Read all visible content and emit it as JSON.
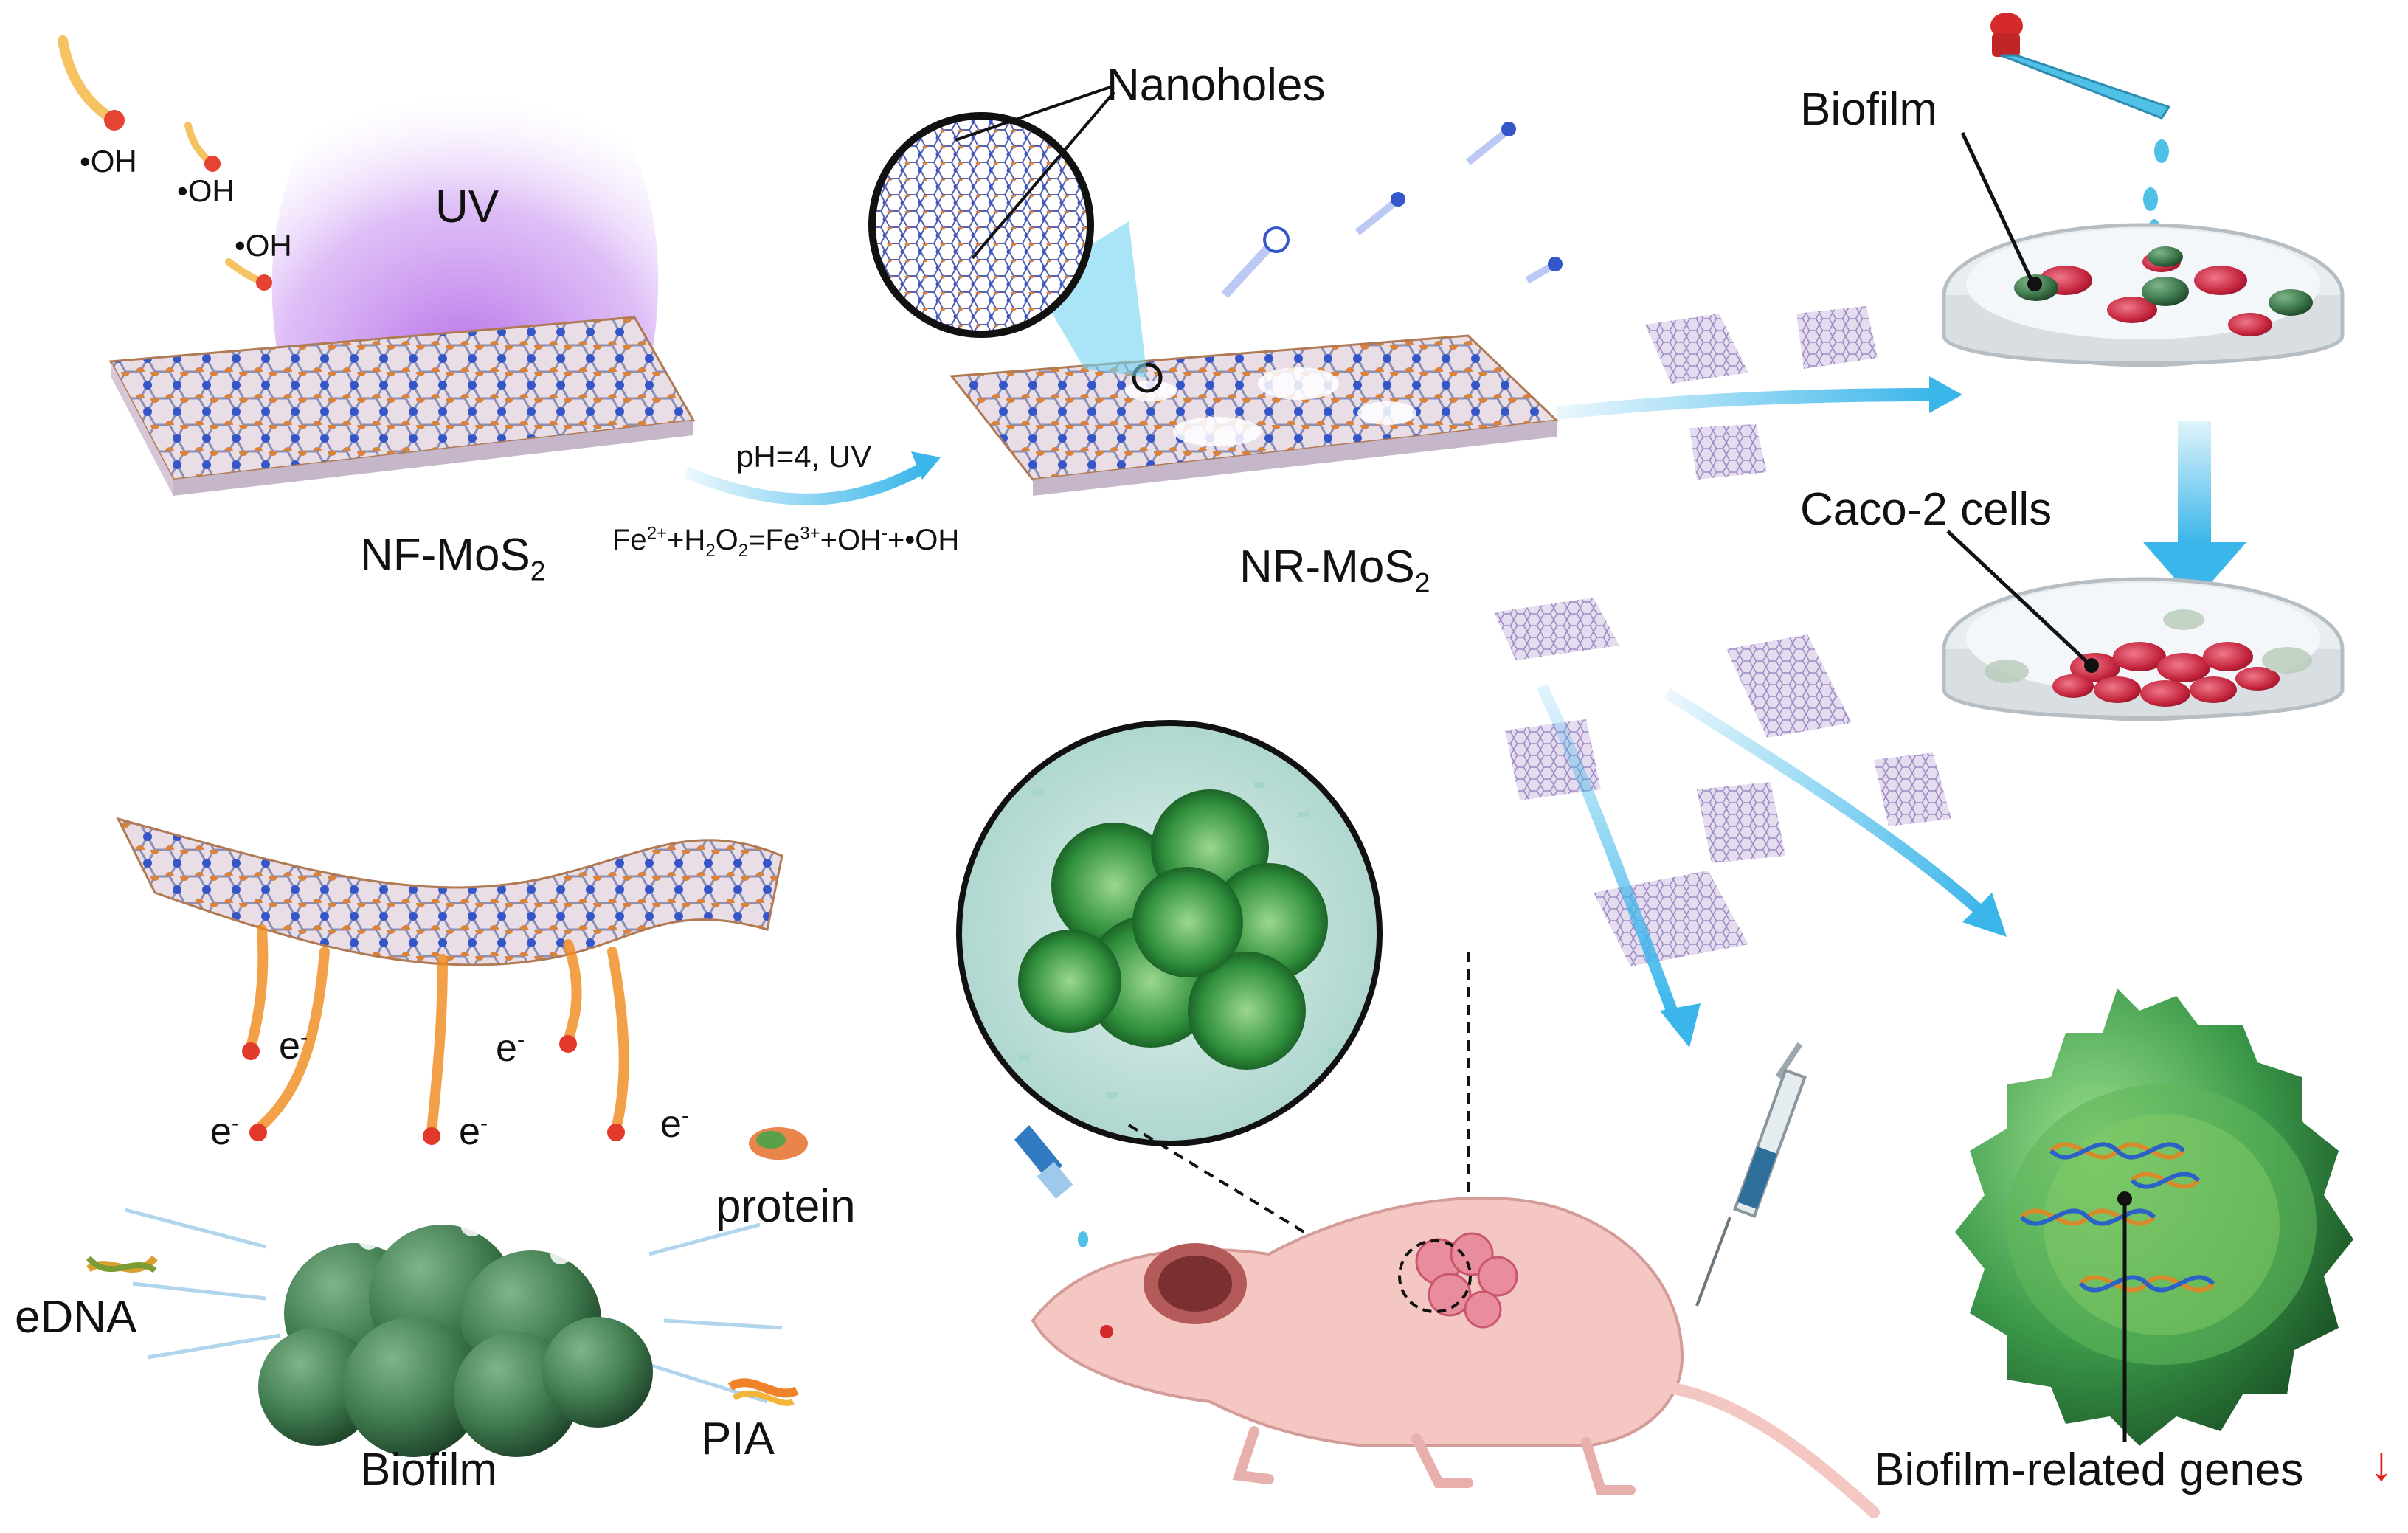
{
  "labels": {
    "oh_1": "•OH",
    "oh_2": "•OH",
    "oh_3": "•OH",
    "uv": "UV",
    "nf_mos2": {
      "prefix": "NF-MoS",
      "sub": "2"
    },
    "reaction_condition": "pH=4, UV",
    "reaction_equation": {
      "p1": "Fe",
      "s1": "2+",
      "p2": "+H",
      "b1": "2",
      "p3": "O",
      "b2": "2",
      "p4": "=Fe",
      "s2": "3+",
      "p5": "+OH",
      "s3": "-",
      "p6": "+•OH"
    },
    "nanoholes": "Nanoholes",
    "nr_mos2": {
      "prefix": "NR-MoS",
      "sub": "2"
    },
    "biofilm_top": "Biofilm",
    "caco2": "Caco-2 cells",
    "electron_1": {
      "base": "e",
      "sup": "-"
    },
    "electron_2": {
      "base": "e",
      "sup": "-"
    },
    "electron_3": {
      "base": "e",
      "sup": "-"
    },
    "electron_4": {
      "base": "e",
      "sup": "-"
    },
    "electron_5": {
      "base": "e",
      "sup": "-"
    },
    "protein": "protein",
    "edna": "eDNA",
    "pia": "PIA",
    "biofilm_bottom": "Biofilm",
    "genes": "Biofilm-related genes",
    "genes_arrow": "↓"
  },
  "colors": {
    "sulfur_atom": "#d9823b",
    "molybdenum_atom": "#3556c8",
    "uv_glow": "#b36ae6",
    "flow_arrow": "#3bb6ea",
    "biofilm_green": "#3c9a4a",
    "cell_red": "#c3243c",
    "mouse_pink": "#f4c7c3",
    "down_arrow": "#e02020"
  }
}
